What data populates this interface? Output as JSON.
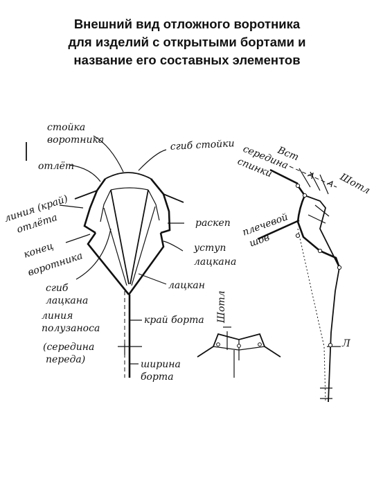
{
  "title": {
    "line1": "Внешний вид отложного воротника",
    "line2": "для изделий с открытыми бортами и",
    "line3": "название его составных элементов"
  },
  "labels": {
    "stoika_1": "стойка",
    "stoika_2": "воротника",
    "sgib_stoiki": "сгиб стойки",
    "otlet": "отлёт",
    "liniya_kraj_1": "линия (край)",
    "liniya_kraj_2": "отлёта",
    "konec_1": "конец",
    "konec_2": "воротника",
    "sgib_lackana_1": "сгиб",
    "sgib_lackana_2": "лацкана",
    "liniya_poluzanosa_1": "линия",
    "liniya_poluzanosa_2": "полузаноса",
    "seredina_pereda_1": "(середина",
    "seredina_pereda_2": "переда)",
    "rasкep": "раскеп",
    "ustup_1": "уступ",
    "ustup_2": "лацкана",
    "lackan": "лацкан",
    "kraj_borta": "край борта",
    "shirina_1": "ширина",
    "shirina_2": "борта",
    "vst": "Вст",
    "seredina_spinki_1": "середина",
    "seredina_spinki_2": "спинки",
    "shotl_top": "Шотл",
    "plechevoj_1": "плечевой",
    "plechevoj_2": "шов",
    "shotl_side": "Шотл",
    "L": "Л"
  }
}
